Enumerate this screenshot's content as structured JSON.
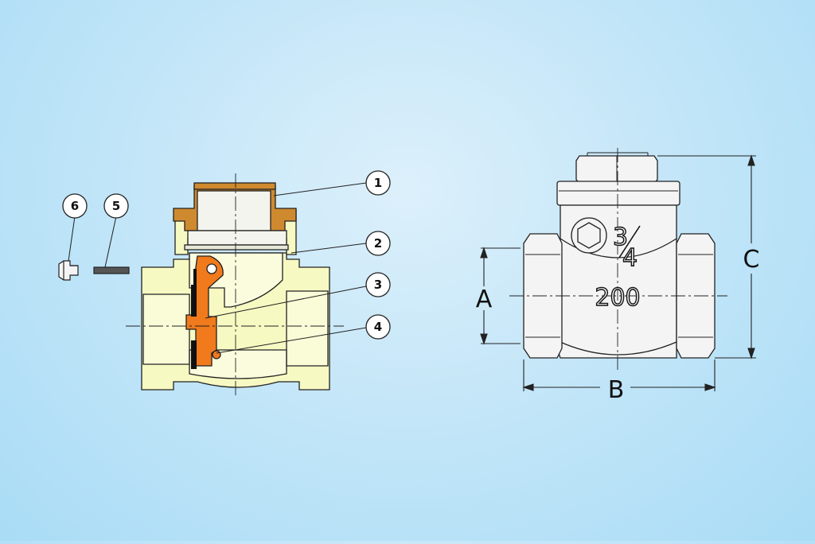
{
  "colors": {
    "body": "#f7f9c2",
    "bonnet": "#cf8a2f",
    "disc": "#f07a1c",
    "seal": "#111111",
    "pin": "#555555",
    "outline": "#222222",
    "background": "#c4e6f8"
  },
  "callouts": [
    {
      "label": "1"
    },
    {
      "label": "2"
    },
    {
      "label": "3"
    },
    {
      "label": "4"
    },
    {
      "label": "5"
    },
    {
      "label": "6"
    }
  ],
  "dimensions": {
    "a": "A",
    "b": "B",
    "c": "C"
  },
  "markings": {
    "size_whole": "3",
    "size_frac": "4",
    "pressure": "200"
  }
}
